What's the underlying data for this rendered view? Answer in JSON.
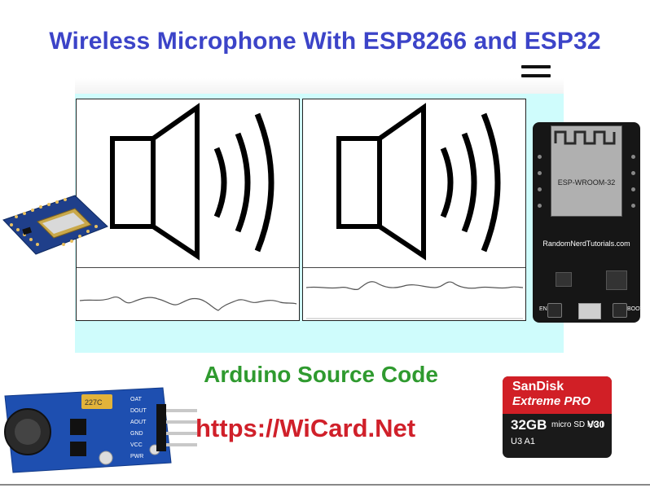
{
  "title": "Wireless Microphone With ESP8266 and ESP32",
  "subtitle": "Arduino Source Code",
  "url": "https://WiCard.Net",
  "menu_icon": "hamburger-menu-icon",
  "esp32_board": {
    "module_label": "ESP-WROOM-32",
    "site_label": "RandomNerdTutorials.com",
    "en_label": "EN",
    "boot_label": "BOOT"
  },
  "mic_module": {
    "pins": [
      "OAT",
      "DOUT",
      "AOUT",
      "GND",
      "VCC",
      "PWR"
    ],
    "chip_label": "227C"
  },
  "sd_card": {
    "brand": "SanDisk",
    "line": "Extreme PRO",
    "capacity": "32GB",
    "standard": "micro SD HC I",
    "speed_class": "V30",
    "app_class": "U3 A1"
  },
  "colors": {
    "title": "#3c44c8",
    "subtitle": "#2f9a2f",
    "url": "#d0202a",
    "background_panel": "#cffcfc"
  }
}
